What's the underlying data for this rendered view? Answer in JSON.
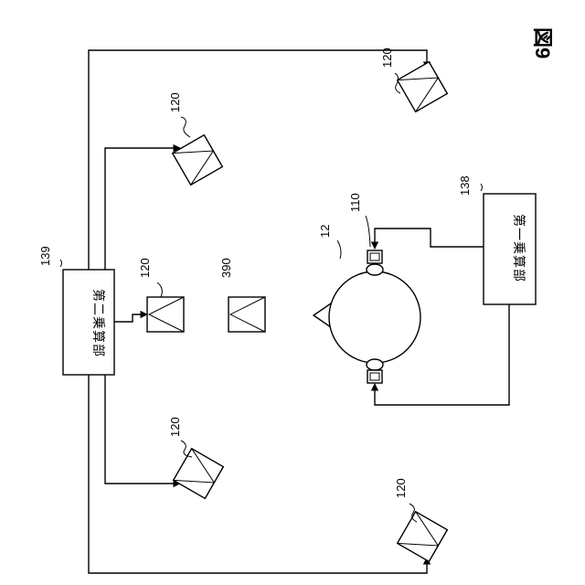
{
  "figure_label": "図9",
  "blocks": {
    "first_multiplier": {
      "ref": "138",
      "label": "第一乗算部"
    },
    "second_multiplier": {
      "ref": "139",
      "label": "第二乗算部"
    }
  },
  "head": {
    "ref": "12"
  },
  "sensor": {
    "ref": "110"
  },
  "speakers": [
    {
      "ref": "120"
    },
    {
      "ref": "120"
    },
    {
      "ref": "120"
    },
    {
      "ref": "120"
    },
    {
      "ref": "120"
    }
  ],
  "microphone": {
    "ref": "390"
  }
}
